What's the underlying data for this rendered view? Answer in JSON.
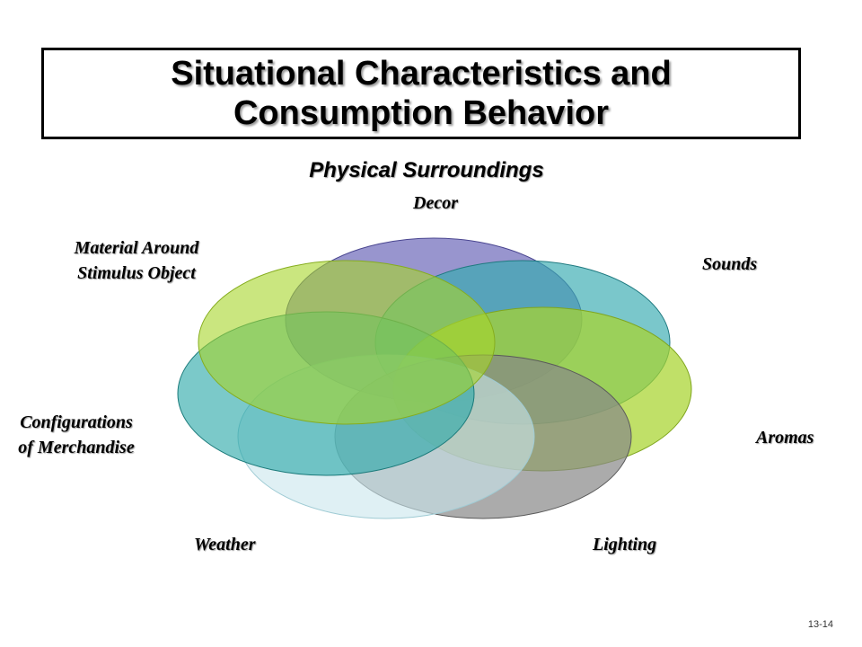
{
  "title": {
    "line1": "Situational Characteristics and",
    "line2": "Consumption Behavior"
  },
  "subtitle": "Physical Surroundings",
  "labels": {
    "decor": "Decor",
    "sounds": "Sounds",
    "aromas": "Aromas",
    "lighting": "Lighting",
    "weather": "Weather",
    "configurations_line1": "Configurations",
    "configurations_line2": "of Merchandise",
    "material_line1": "Material Around",
    "material_line2": "Stimulus Object"
  },
  "ellipse_colors": {
    "decor": "#7b77c0",
    "sounds": "#35aab0",
    "aromas": "#a7d42e",
    "lighting": "#888888",
    "weather": "#c9e6ec",
    "configurations": "#2aa8a8",
    "material": "#a6d52a"
  },
  "slide_number": "13-14"
}
